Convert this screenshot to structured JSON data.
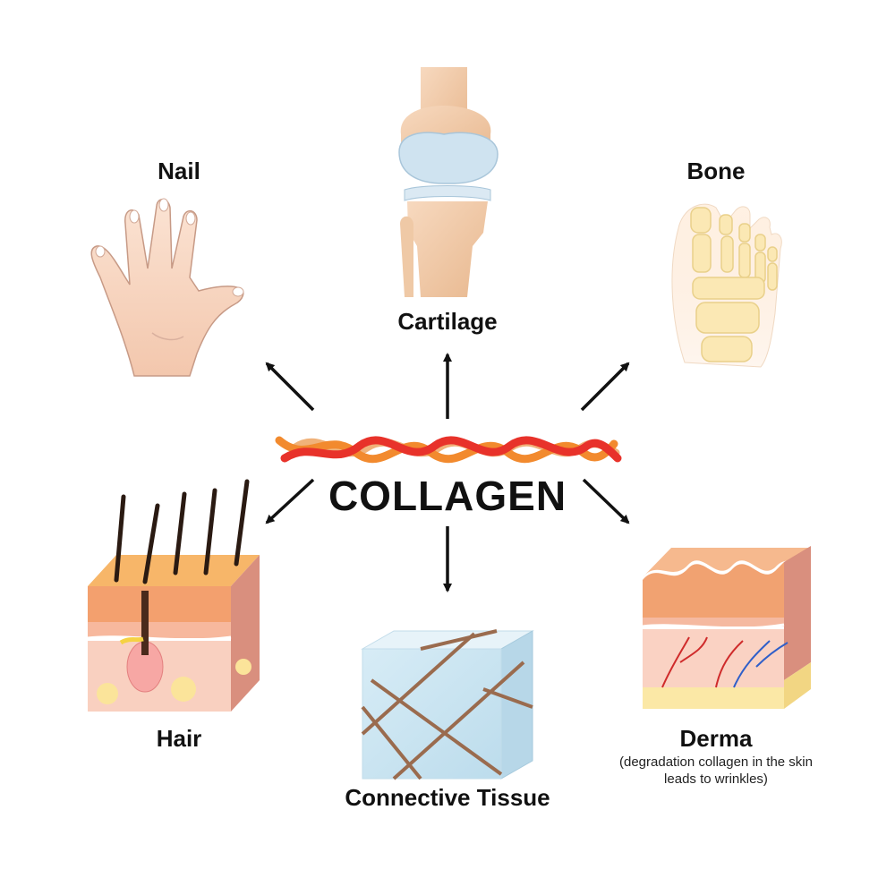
{
  "center": {
    "title": "COLLAGEN"
  },
  "nodes": {
    "nail": {
      "label": "Nail"
    },
    "cartilage": {
      "label": "Cartilage"
    },
    "bone": {
      "label": "Bone"
    },
    "hair": {
      "label": "Hair"
    },
    "connective_tissue": {
      "label": "Connective Tissue"
    },
    "derma": {
      "label": "Derma",
      "note_line1": "(degradation collagen in the skin",
      "note_line2": "leads to wrinkles)"
    }
  },
  "colors": {
    "arrow": "#111111",
    "strand_red": "#e8322a",
    "strand_orange": "#f28a2e",
    "strand_tan": "#f0b27a",
    "skin": "#f6c9a8",
    "cartilage_blue": "#cfe3f0",
    "tissue_blue": "#cfe6f2",
    "fiber_brown": "#9a6b4e"
  },
  "icons": [
    "hand-icon",
    "knee-joint-icon",
    "foot-bones-icon",
    "hair-skin-icon",
    "connective-tissue-cube-icon",
    "skin-layers-icon",
    "collagen-triple-helix-icon"
  ]
}
